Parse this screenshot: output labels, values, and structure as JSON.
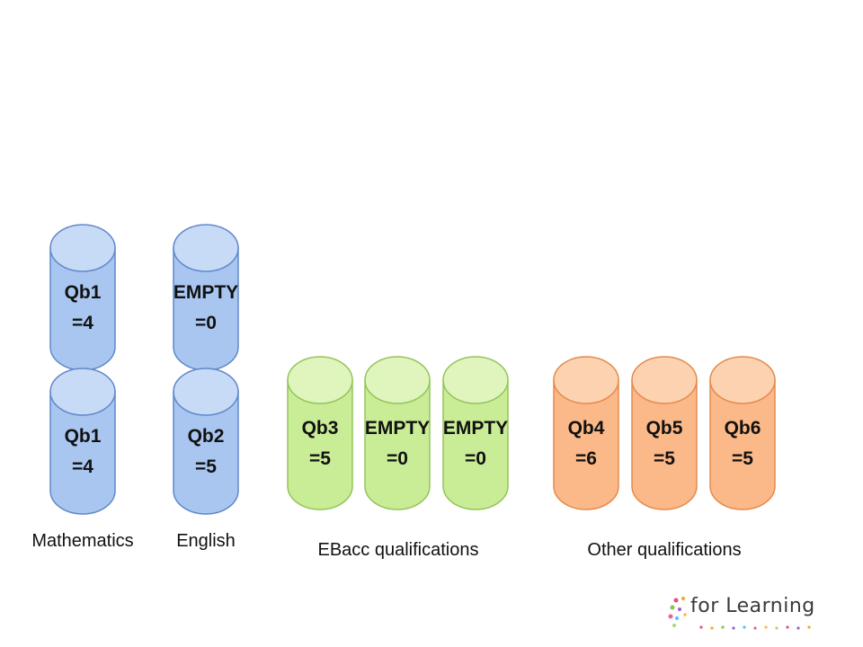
{
  "colors": {
    "blue_fill": "#a9c6f0",
    "blue_top": "#c7daf6",
    "blue_stroke": "#5f88c9",
    "green_fill": "#c9ec96",
    "green_top": "#dff5bd",
    "green_stroke": "#93c55a",
    "orange_fill": "#fbb888",
    "orange_top": "#fdd2b1",
    "orange_stroke": "#e58a4c"
  },
  "buckets": [
    {
      "id": "math-top",
      "color": "blue",
      "line1": "Qb1",
      "line2": "=4"
    },
    {
      "id": "english-top",
      "color": "blue",
      "line1": "EMPTY",
      "line2": "=0"
    },
    {
      "id": "math-bottom",
      "color": "blue",
      "line1": "Qb1",
      "line2": "=4"
    },
    {
      "id": "english-bottom",
      "color": "blue",
      "line1": "Qb2",
      "line2": "=5"
    },
    {
      "id": "ebacc-1",
      "color": "green",
      "line1": "Qb3",
      "line2": "=5"
    },
    {
      "id": "ebacc-2",
      "color": "green",
      "line1": "EMPTY",
      "line2": "=0"
    },
    {
      "id": "ebacc-3",
      "color": "green",
      "line1": "EMPTY",
      "line2": "=0"
    },
    {
      "id": "other-1",
      "color": "orange",
      "line1": "Qb4",
      "line2": "=6"
    },
    {
      "id": "other-2",
      "color": "orange",
      "line1": "Qb5",
      "line2": "=5"
    },
    {
      "id": "other-3",
      "color": "orange",
      "line1": "Qb6",
      "line2": "=5"
    }
  ],
  "labels": {
    "mathematics": "Mathematics",
    "english": "English",
    "ebacc": "EBacc qualifications",
    "other": "Other qualifications"
  },
  "logo": {
    "text": "for Learning"
  }
}
